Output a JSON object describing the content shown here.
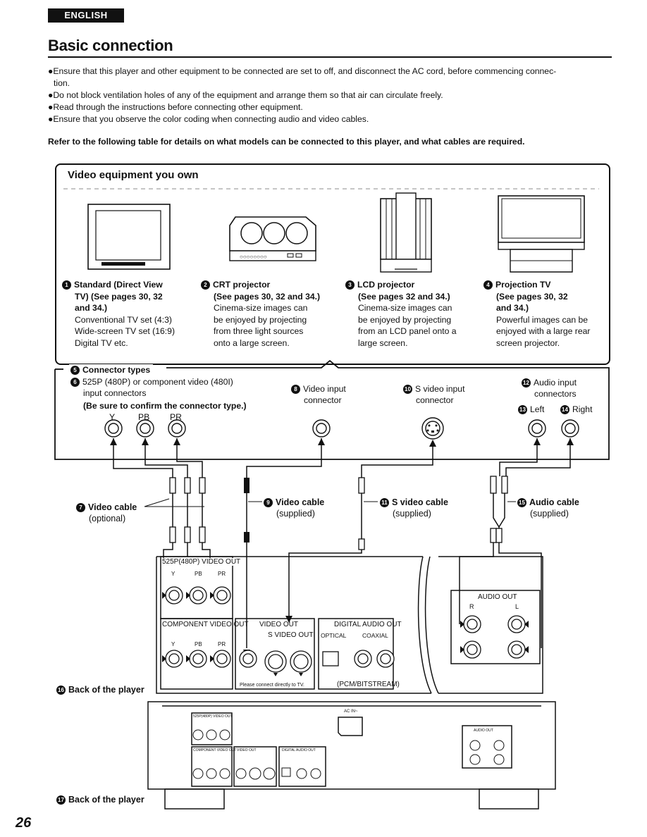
{
  "header": {
    "language_tab": "ENGLISH",
    "title": "Basic connection",
    "page_number": "26"
  },
  "bullets": [
    "●Ensure that this player and other equipment to be connected are set to off, and disconnect the AC cord, before commencing connec-",
    "tion.",
    "●Do not block ventilation holes of any of the equipment and arrange them so that air can circulate freely.",
    "●Read through the instructions before connecting other equipment.",
    "●Ensure that you observe the color coding when connecting audio and video cables."
  ],
  "refer_text": "Refer to the following table for details on what models can be connected to this player, and what cables are required.",
  "equipment_panel": {
    "heading": "Video equipment you own",
    "items": [
      {
        "num": "1",
        "title": [
          "Standard (Direct View",
          "TV) (See pages 30, 32",
          "and 34.)"
        ],
        "body": [
          "Conventional TV set (4:3)",
          "Wide-screen TV set (16:9)",
          "Digital TV etc."
        ]
      },
      {
        "num": "2",
        "title": [
          "CRT projector",
          "(See pages 30, 32 and 34.)"
        ],
        "body": [
          "Cinema-size images can",
          "be enjoyed by projecting",
          "from three light sources",
          "onto a large screen."
        ]
      },
      {
        "num": "3",
        "title": [
          "LCD projector",
          "(See pages 32 and 34.)"
        ],
        "body": [
          "Cinema-size images can",
          "be enjoyed by projecting",
          "from an LCD panel onto a",
          "large screen."
        ]
      },
      {
        "num": "4",
        "title": [
          "Projection TV",
          "(See pages 30, 32",
          "and 34.)"
        ],
        "body": [
          "Powerful images can be",
          "enjoyed with a large rear",
          "screen projector."
        ]
      }
    ]
  },
  "connector_types": {
    "heading": "Connector types",
    "heading_num": "5",
    "component": {
      "num": "6",
      "line1": "525P (480P) or component video (480I)",
      "line2": "input connectors",
      "note": "(Be sure to confirm the connector type.)",
      "labels": [
        "Y",
        "PB",
        "PR"
      ]
    },
    "video": {
      "num": "8",
      "line1": "Video input",
      "line2": "connector"
    },
    "svideo": {
      "num": "10",
      "line1": "S video input",
      "line2": "connector"
    },
    "audio": {
      "num": "12",
      "line1": "Audio input",
      "line2": "connectors",
      "left_num": "13",
      "left": "Left",
      "right_num": "14",
      "right": "Right"
    }
  },
  "cables": {
    "video_optional": {
      "num": "7",
      "name": "Video cable",
      "note": "(optional)"
    },
    "video": {
      "num": "9",
      "name": "Video cable",
      "note": "(supplied)"
    },
    "svideo": {
      "num": "11",
      "name": "S video cable",
      "note": "(supplied)"
    },
    "audio": {
      "num": "15",
      "name": "Audio cable",
      "note": "(supplied)"
    }
  },
  "back_panel": {
    "label_num": "16",
    "label": "Back of the player",
    "p525_out": "525P(480P) VIDEO OUT",
    "component_out": "COMPONENT VIDEO OUT",
    "y": "Y",
    "pb": "PB",
    "pr": "PR",
    "video_out": "VIDEO OUT",
    "s_video_out": "S VIDEO OUT",
    "direct_note": "Please connect directly to TV.",
    "digital_audio_out": "DIGITAL AUDIO OUT",
    "optical": "OPTICAL",
    "coaxial": "COAXIAL",
    "pcm_bitstream": "(PCM/BITSTREAM)",
    "audio_out": "AUDIO OUT",
    "r": "R",
    "l": "L"
  },
  "back_full": {
    "label_num": "17",
    "label": "Back of the player",
    "ac_in": "AC IN~"
  }
}
